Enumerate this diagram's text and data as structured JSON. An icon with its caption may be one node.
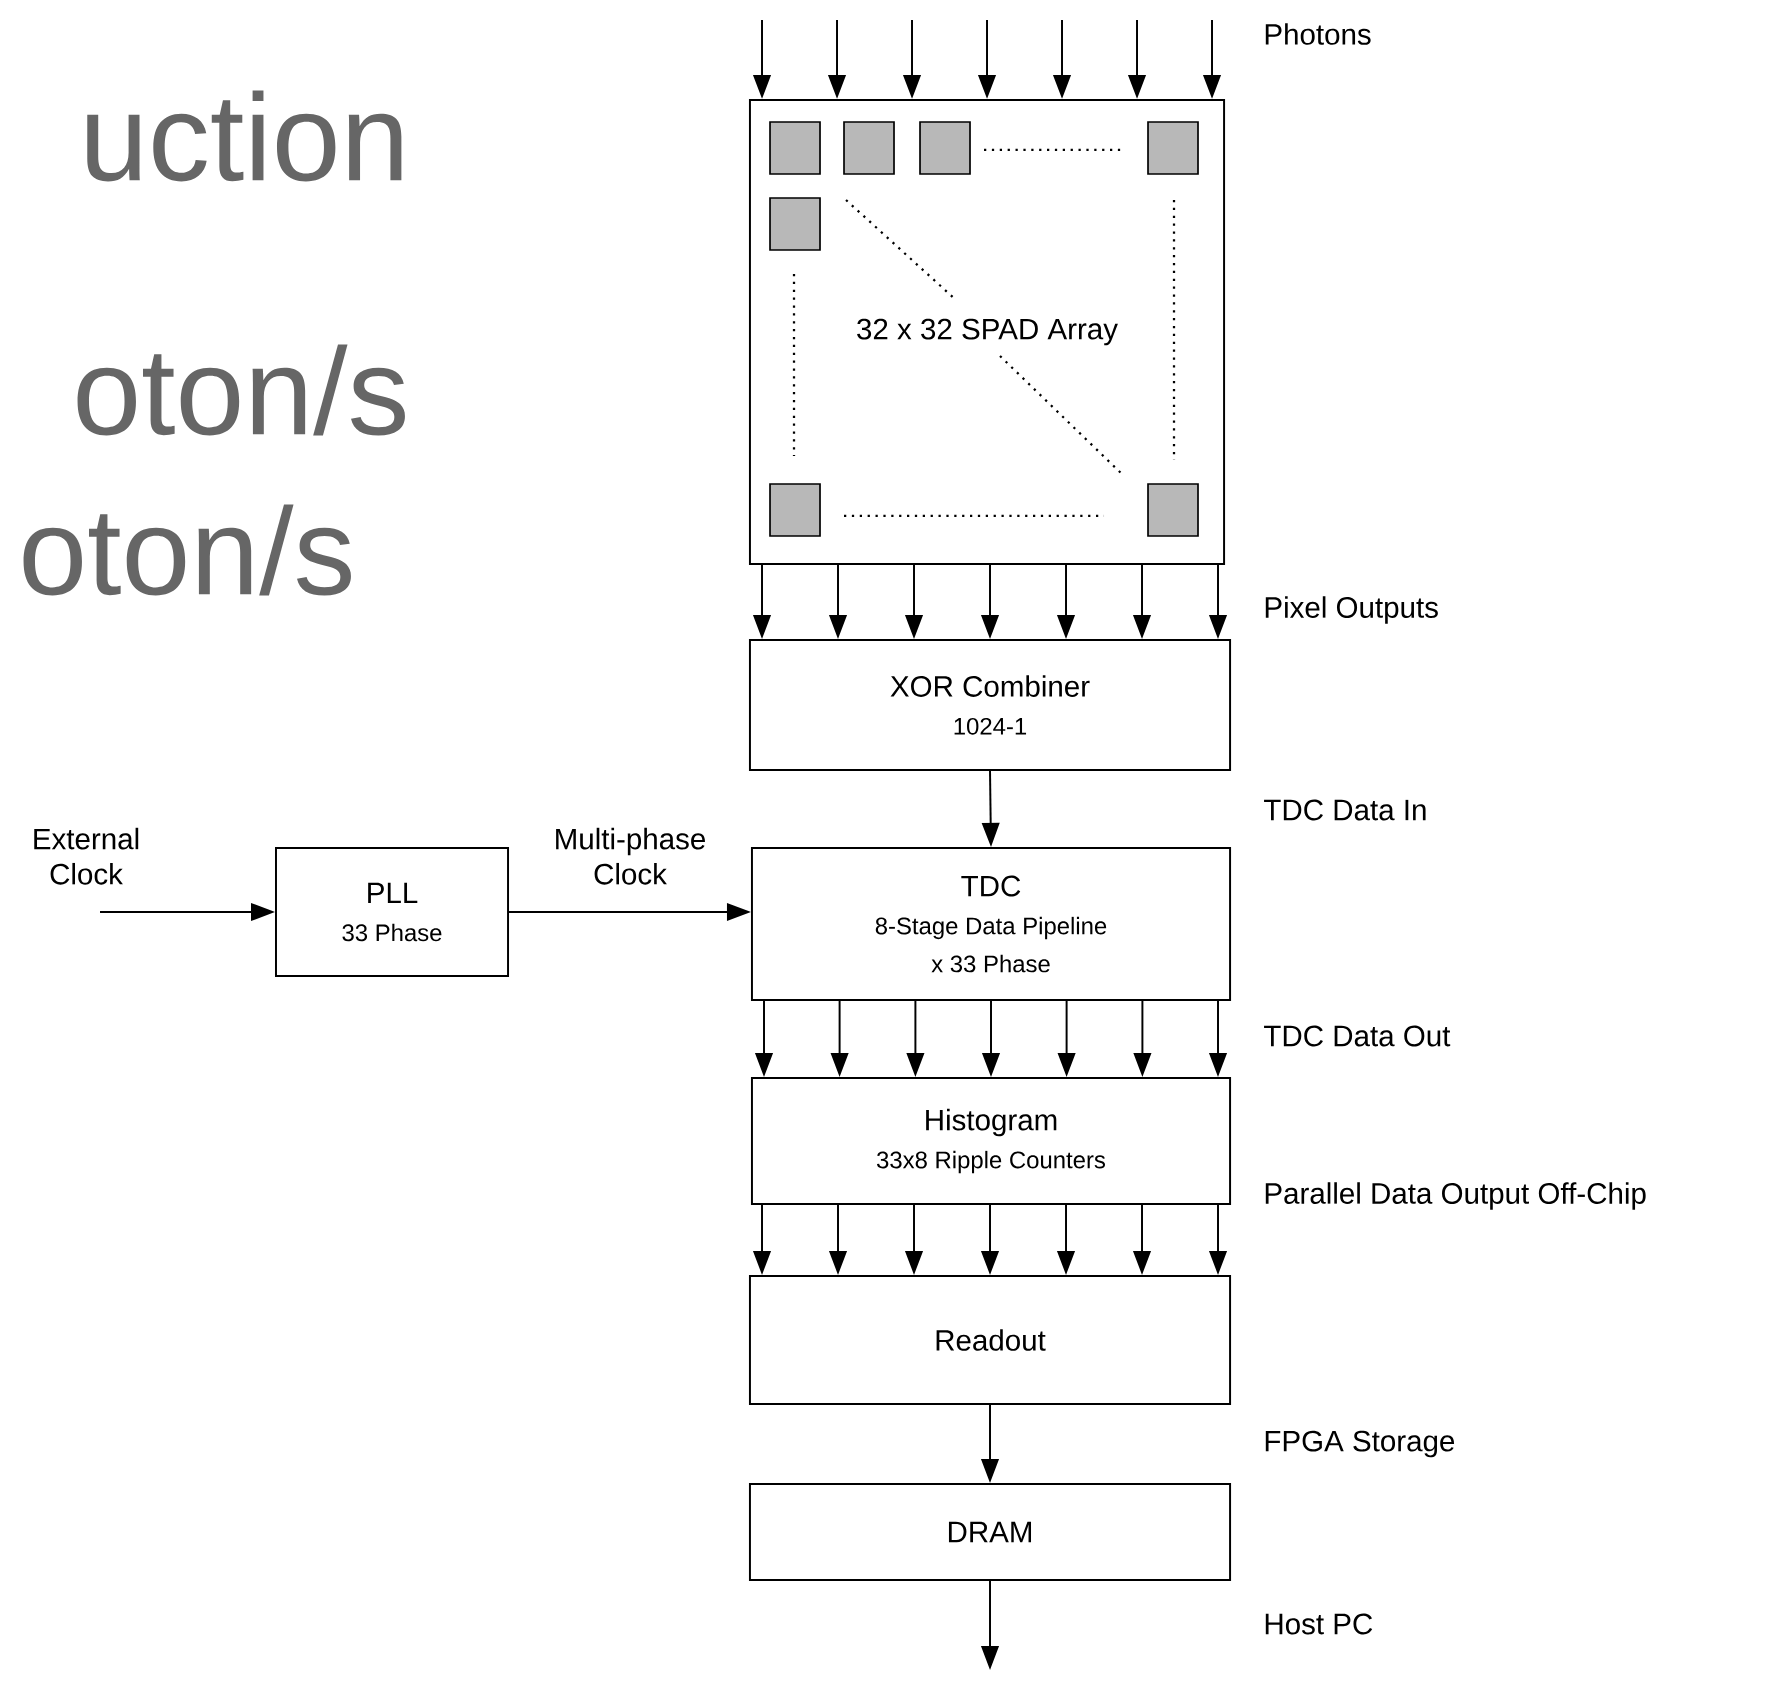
{
  "diagram": {
    "nodes": [
      {
        "text": [
          "32 x 32 SPAD Array"
        ]
      },
      {
        "text": [
          "XOR Combiner",
          "1024-1"
        ]
      },
      {
        "text": [
          "PLL",
          "33 Phase"
        ]
      },
      {
        "text": [
          "TDC",
          "8-Stage Data Pipeline",
          "x 33 Phase"
        ]
      },
      {
        "text": [
          "Histogram",
          "33x8 Ripple Counters"
        ]
      },
      {
        "text": [
          "Readout"
        ]
      },
      {
        "text": [
          "DRAM"
        ]
      }
    ],
    "edges": [
      {
        "from": null,
        "to": 0,
        "arrow": "to"
      },
      {
        "from": null,
        "to": 0,
        "arrow": "to"
      },
      {
        "from": null,
        "to": 0,
        "arrow": "to"
      },
      {
        "from": null,
        "to": 0,
        "arrow": "to"
      },
      {
        "from": null,
        "to": 0,
        "arrow": "to"
      },
      {
        "from": null,
        "to": 0,
        "arrow": "to"
      },
      {
        "from": null,
        "to": 0,
        "arrow": "to"
      },
      {
        "from": 0,
        "to": 1,
        "arrow": "to"
      },
      {
        "from": 0,
        "to": 1,
        "arrow": "to"
      },
      {
        "from": 0,
        "to": 1,
        "arrow": "to"
      },
      {
        "from": 0,
        "to": 1,
        "arrow": "to"
      },
      {
        "from": 0,
        "to": 1,
        "arrow": "to"
      },
      {
        "from": 0,
        "to": 1,
        "arrow": "to"
      },
      {
        "from": 0,
        "to": 1,
        "arrow": "to"
      },
      {
        "from": 1,
        "to": 3,
        "arrow": "to"
      },
      {
        "from": null,
        "to": 2,
        "arrow": "to",
        "label": "External Clock"
      },
      {
        "from": 2,
        "to": 3,
        "arrow": "to",
        "label": "Multi-phase Clock"
      },
      {
        "from": 3,
        "to": 4,
        "arrow": "to"
      },
      {
        "from": 3,
        "to": 4,
        "arrow": "to"
      },
      {
        "from": 3,
        "to": 4,
        "arrow": "to"
      },
      {
        "from": 3,
        "to": 4,
        "arrow": "to"
      },
      {
        "from": 3,
        "to": 4,
        "arrow": "to"
      },
      {
        "from": 3,
        "to": 4,
        "arrow": "to"
      },
      {
        "from": 3,
        "to": 4,
        "arrow": "to"
      },
      {
        "from": 4,
        "to": 5,
        "arrow": "to"
      },
      {
        "from": 4,
        "to": 5,
        "arrow": "to"
      },
      {
        "from": 4,
        "to": 5,
        "arrow": "to"
      },
      {
        "from": 4,
        "to": 5,
        "arrow": "to"
      },
      {
        "from": 4,
        "to": 5,
        "arrow": "to"
      },
      {
        "from": 4,
        "to": 5,
        "arrow": "to"
      },
      {
        "from": 4,
        "to": 5,
        "arrow": "to"
      },
      {
        "from": 5,
        "to": 6,
        "arrow": "to"
      },
      {
        "from": 6,
        "to": null,
        "arrow": "to"
      }
    ],
    "labels": [
      "uction",
      "oton/s",
      "oton/s",
      "Photons",
      "Pixel Outputs",
      "TDC Data In",
      "TDC Data Out",
      "Parallel Data Output Off-Chip",
      "FPGA Storage",
      "Host PC"
    ]
  }
}
